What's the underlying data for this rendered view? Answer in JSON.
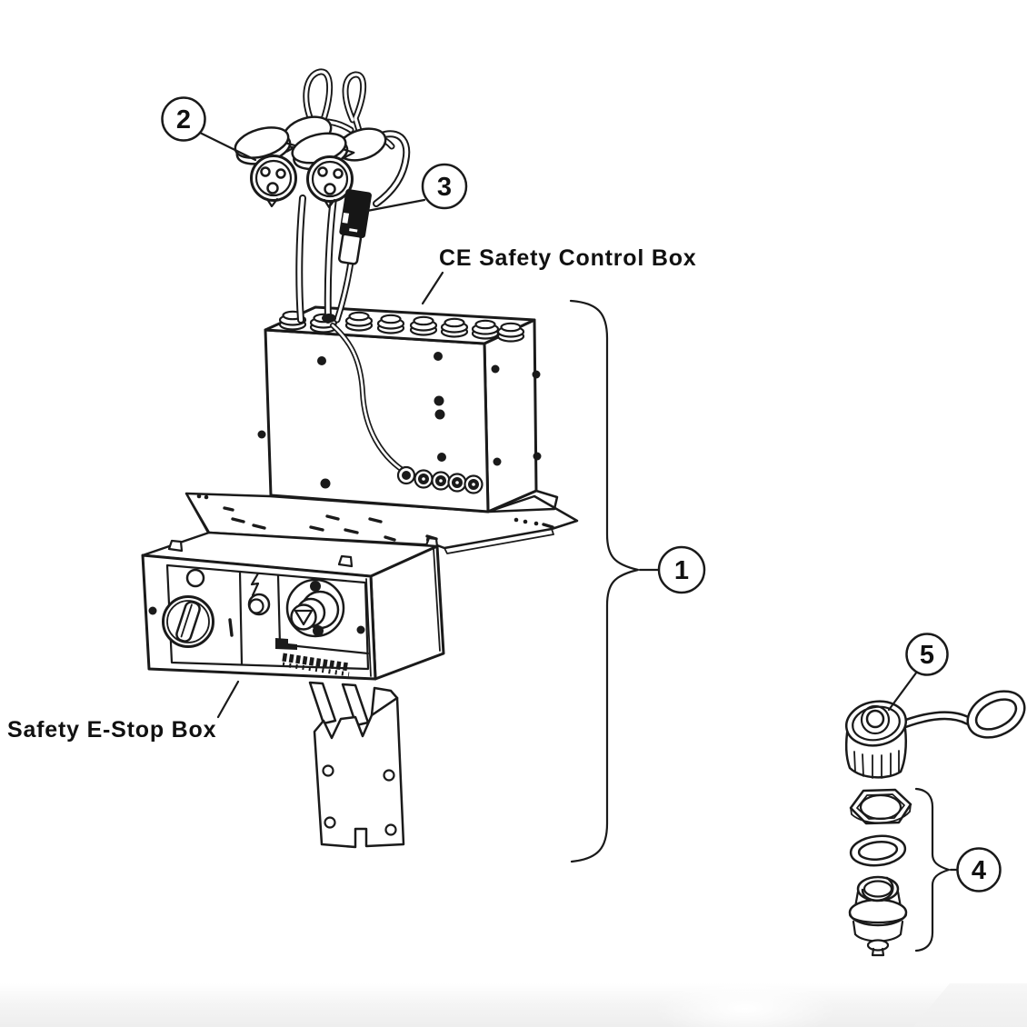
{
  "page": {
    "background": "#ffffff",
    "line_color": "#1a1a1a",
    "accent_fill": "#161616",
    "footer_strip": "#f2f2f2"
  },
  "diagram": {
    "labels": {
      "ce_box": "CE Safety Control Box",
      "estop_box": "Safety E-Stop Box"
    },
    "callouts": [
      {
        "number": "1"
      },
      {
        "number": "2"
      },
      {
        "number": "3"
      },
      {
        "number": "4"
      },
      {
        "number": "5"
      }
    ]
  }
}
